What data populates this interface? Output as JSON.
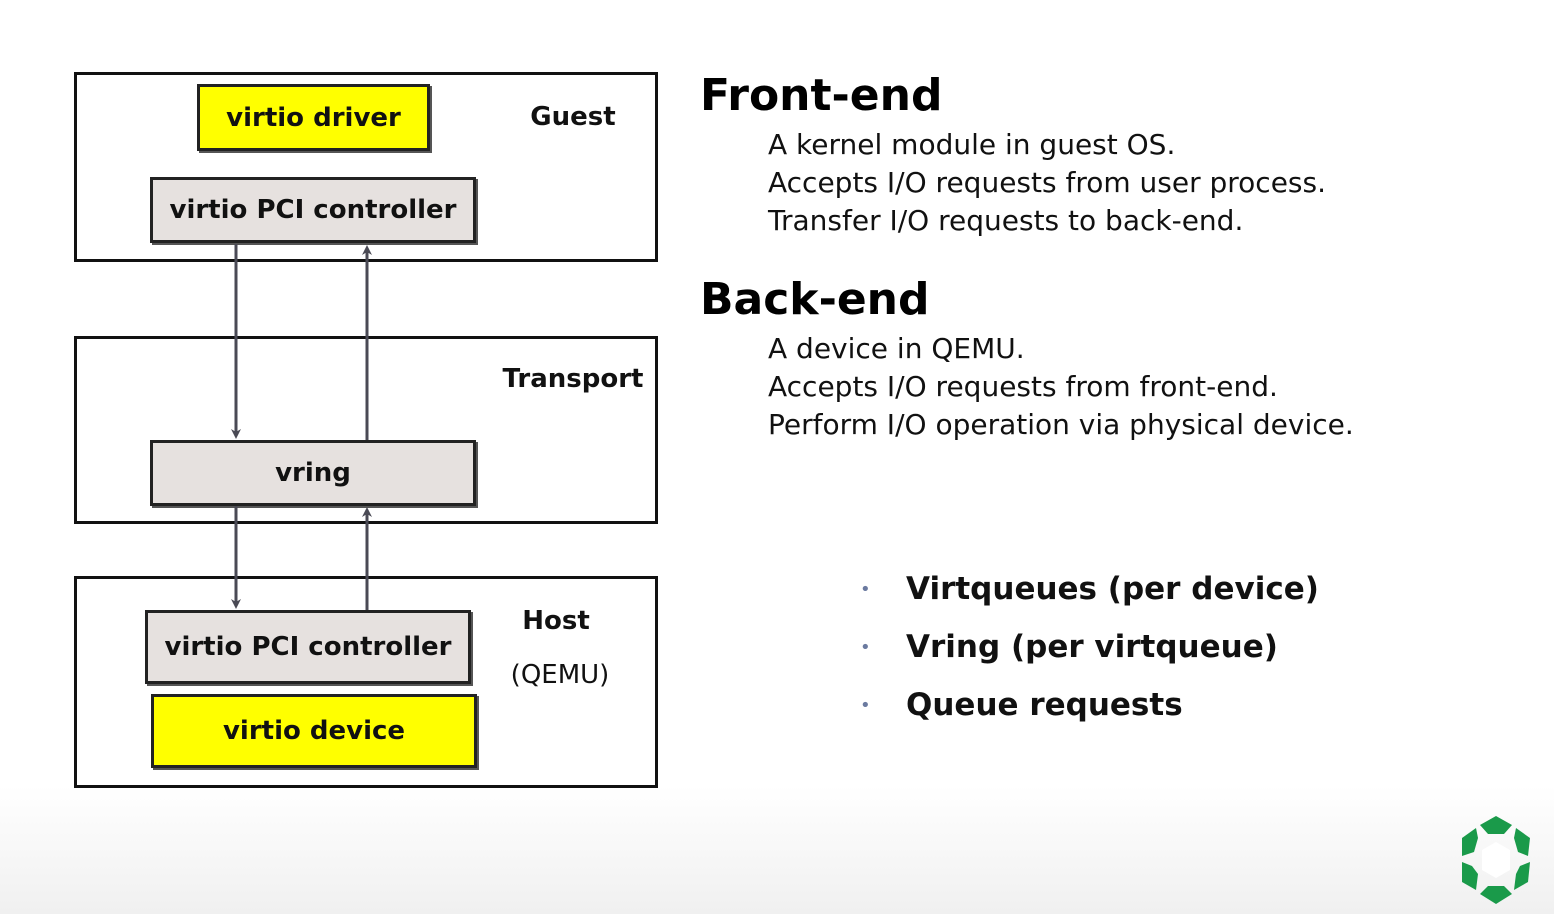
{
  "diagram": {
    "zones": {
      "guest": "Guest",
      "transport": "Transport",
      "host_line1": "Host",
      "host_line2": "(QEMU)"
    },
    "boxes": {
      "virtio_driver": "virtio driver",
      "guest_pci_controller": "virtio PCI controller",
      "vring": "vring",
      "host_pci_controller": "virtio PCI controller",
      "virtio_device": "virtio device"
    },
    "colors": {
      "yellow_box": "#ffff00",
      "gray_box": "#e6e1df",
      "arrow": "#4a4a55"
    }
  },
  "frontend": {
    "heading": "Front-end",
    "lines": [
      "A kernel module in guest OS.",
      "Accepts I/O requests from user process.",
      "Transfer I/O requests to back-end."
    ]
  },
  "backend": {
    "heading": "Back-end",
    "lines": [
      "A device in QEMU.",
      "Accepts I/O requests from front-end.",
      "Perform I/O operation via physical device."
    ]
  },
  "bullets": [
    "Virtqueues (per device)",
    "Vring (per virtqueue)",
    "Queue requests"
  ],
  "logo": {
    "icon": "green-hexagon-logo-icon",
    "color": "#1a9a4a"
  }
}
